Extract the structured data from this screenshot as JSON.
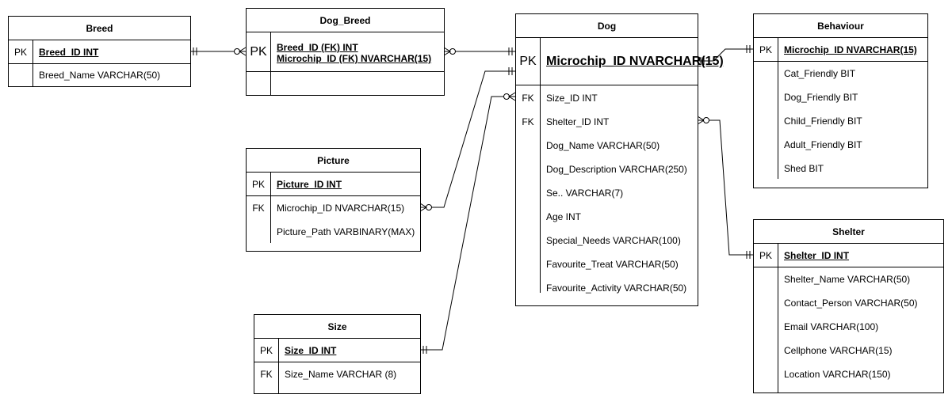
{
  "tables": {
    "breed": {
      "title": "Breed",
      "rows": [
        {
          "key": "PK",
          "field": "Breed_ID INT"
        },
        {
          "key": "",
          "field": "Breed_Name VARCHAR(50)"
        }
      ]
    },
    "dog_breed": {
      "title": "Dog_Breed",
      "pk_key": "PK",
      "pk_line1": "Breed_ID (FK) INT",
      "pk_line2": "Microchip_ID (FK) NVARCHAR(15)"
    },
    "dog": {
      "title": "Dog",
      "pk": {
        "key": "PK",
        "field": "Microchip_ID NVARCHAR(15)"
      },
      "rows": [
        {
          "key": "FK",
          "field": "Size_ID INT"
        },
        {
          "key": "FK",
          "field": "Shelter_ID INT"
        },
        {
          "key": "",
          "field": "Dog_Name VARCHAR(50)"
        },
        {
          "key": "",
          "field": "Dog_Description VARCHAR(250)"
        },
        {
          "key": "",
          "field": "Se.. VARCHAR(7)"
        },
        {
          "key": "",
          "field": "Age INT"
        },
        {
          "key": "",
          "field": "Special_Needs VARCHAR(100)"
        },
        {
          "key": "",
          "field": "Favourite_Treat VARCHAR(50)"
        },
        {
          "key": "",
          "field": "Favourite_Activity VARCHAR(50)"
        }
      ]
    },
    "behaviour": {
      "title": "Behaviour",
      "pk": {
        "key": "PK",
        "field": "Microchip_ID NVARCHAR(15)"
      },
      "rows": [
        {
          "key": "",
          "field": "Cat_Friendly BIT"
        },
        {
          "key": "",
          "field": "Dog_Friendly BIT"
        },
        {
          "key": "",
          "field": "Child_Friendly BIT"
        },
        {
          "key": "",
          "field": "Adult_Friendly BIT"
        },
        {
          "key": "",
          "field": "Shed BIT"
        }
      ]
    },
    "picture": {
      "title": "Picture",
      "pk": {
        "key": "PK",
        "field": "Picture_ID INT"
      },
      "rows": [
        {
          "key": "FK",
          "field": "Microchip_ID NVARCHAR(15)"
        },
        {
          "key": "",
          "field": "Picture_Path VARBINARY(MAX)"
        }
      ]
    },
    "shelter": {
      "title": "Shelter",
      "pk": {
        "key": "PK",
        "field": "Shelter_ID INT"
      },
      "rows": [
        {
          "key": "",
          "field": "Shelter_Name VARCHAR(50)"
        },
        {
          "key": "",
          "field": "Contact_Person VARCHAR(50)"
        },
        {
          "key": "",
          "field": "Email VARCHAR(100)"
        },
        {
          "key": "",
          "field": "Cellphone VARCHAR(15)"
        },
        {
          "key": "",
          "field": "Location VARCHAR(150)"
        }
      ]
    },
    "size": {
      "title": "Size",
      "pk": {
        "key": "PK",
        "field": "Size_ID INT"
      },
      "rows": [
        {
          "key": "FK",
          "field": "Size_Name VARCHAR (8)"
        }
      ]
    }
  },
  "relationships": [
    {
      "from": "Breed",
      "to": "Dog_Breed",
      "notation": "one-and-only-one to zero-or-many"
    },
    {
      "from": "Dog_Breed",
      "to": "Dog",
      "notation": "zero-or-many to one-and-only-one"
    },
    {
      "from": "Dog",
      "to": "Behaviour",
      "notation": "one-and-only-one to one-and-only-one"
    },
    {
      "from": "Picture",
      "to": "Dog",
      "notation": "zero-or-many to one-and-only-one"
    },
    {
      "from": "Size",
      "to": "Dog",
      "notation": "one-and-only-one to zero-or-many"
    },
    {
      "from": "Dog",
      "to": "Shelter",
      "notation": "zero-or-many to one-and-only-one"
    }
  ]
}
